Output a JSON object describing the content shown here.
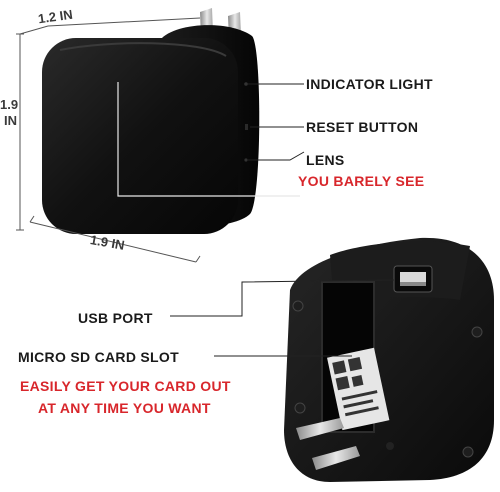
{
  "dimensions": {
    "top_width": "1.2 IN",
    "height_line1": "1.9",
    "height_line2": "IN",
    "bottom_width": "1.9 IN"
  },
  "callouts": {
    "indicator_light": "INDICATOR LIGHT",
    "reset_button": "RESET BUTTON",
    "lens": "LENS",
    "lens_note": "YOU BARELY SEE",
    "usb_port": "USB PORT",
    "micro_sd_slot": "MICRO SD CARD SLOT",
    "sd_note_line1": "EASILY GET YOUR CARD OUT",
    "sd_note_line2": "AT ANY TIME YOU WANT"
  },
  "colors": {
    "body": "#111111",
    "accent_red": "#d8262b",
    "text_dark": "#1a1a1a"
  },
  "icons": {
    "device_front": "charger-camera-front",
    "device_back": "charger-camera-back"
  }
}
